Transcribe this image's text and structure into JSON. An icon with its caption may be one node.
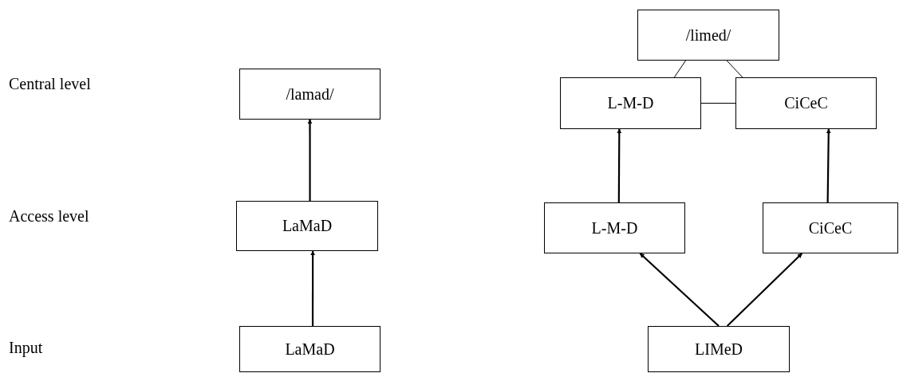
{
  "diagram": {
    "nodes": [
      {
        "text": [
          "/lamad/"
        ]
      },
      {
        "text": [
          "LaMaD"
        ]
      },
      {
        "text": [
          "LaMaD"
        ]
      },
      {
        "text": [
          "/limed/"
        ]
      },
      {
        "text": [
          "L-M-D"
        ]
      },
      {
        "text": [
          "CiCeC"
        ]
      },
      {
        "text": [
          "L-M-D"
        ]
      },
      {
        "text": [
          "CiCeC"
        ]
      },
      {
        "text": [
          "LIMeD"
        ]
      }
    ],
    "edges": [
      {
        "from": 1,
        "to": 0,
        "arrow": "to"
      },
      {
        "from": 2,
        "to": 1,
        "arrow": "to"
      },
      {
        "from": 3,
        "to": 4,
        "arrow": "none"
      },
      {
        "from": 3,
        "to": 5,
        "arrow": "none"
      },
      {
        "from": 4,
        "to": 5,
        "arrow": "none"
      },
      {
        "from": 6,
        "to": 4,
        "arrow": "to"
      },
      {
        "from": 7,
        "to": 5,
        "arrow": "to"
      },
      {
        "from": 8,
        "to": 6,
        "arrow": "to"
      },
      {
        "from": 8,
        "to": 7,
        "arrow": "to"
      }
    ],
    "labels": [
      "Central level",
      "Access level",
      "Input"
    ]
  }
}
